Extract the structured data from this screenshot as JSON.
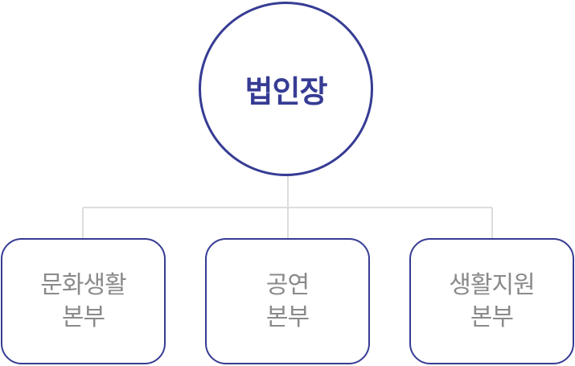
{
  "root": {
    "label": "법인장"
  },
  "divisions": [
    {
      "line1": "문화생활",
      "line2": "본부"
    },
    {
      "line1": "공연",
      "line2": "본부"
    },
    {
      "line1": "생활지원",
      "line2": "본부"
    }
  ],
  "colors": {
    "accent": "#363c94",
    "text_gray": "#8a8a8a",
    "connector": "#dddddd"
  }
}
